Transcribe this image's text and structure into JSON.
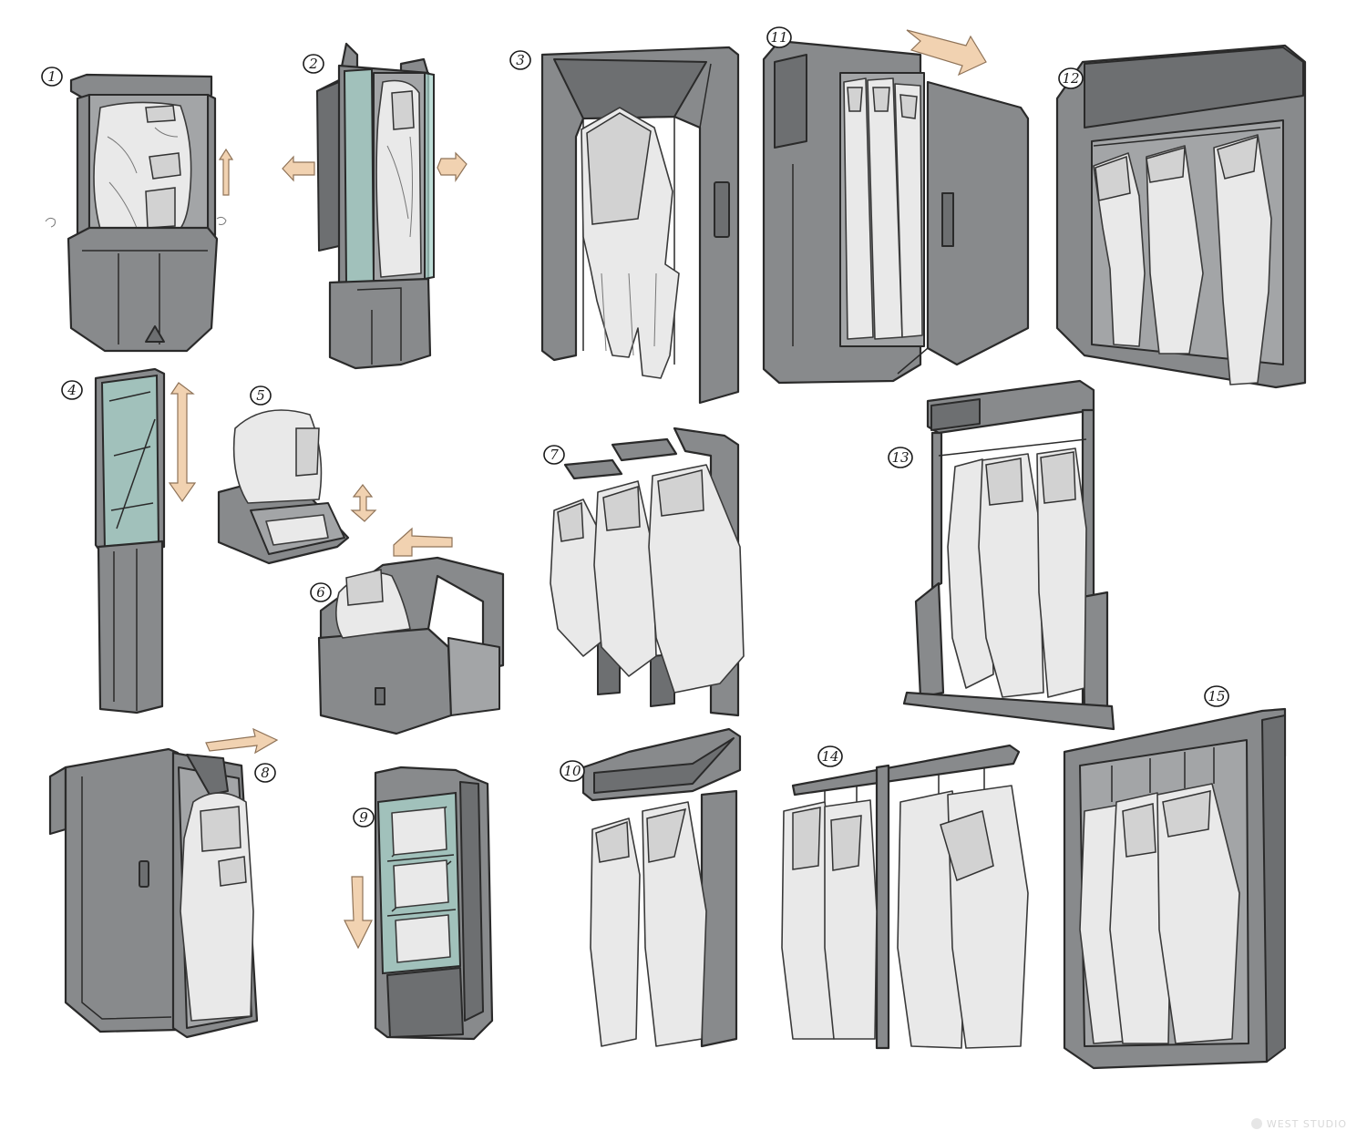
{
  "concepts": [
    {
      "label": "1"
    },
    {
      "label": "2"
    },
    {
      "label": "3"
    },
    {
      "label": "11"
    },
    {
      "label": "12"
    },
    {
      "label": "4"
    },
    {
      "label": "5"
    },
    {
      "label": "6"
    },
    {
      "label": "7"
    },
    {
      "label": "13"
    },
    {
      "label": "8"
    },
    {
      "label": "9"
    },
    {
      "label": "10"
    },
    {
      "label": "14"
    },
    {
      "label": "15"
    }
  ],
  "watermark": {
    "text": "WEST STUDIO"
  },
  "colors": {
    "unit_gray": "#888a8c",
    "suit_white": "#e9e9e9",
    "glass_teal": "#a9d3cb",
    "arrow_peach": "#f1d2b1",
    "ink": "#2a2a2a"
  }
}
